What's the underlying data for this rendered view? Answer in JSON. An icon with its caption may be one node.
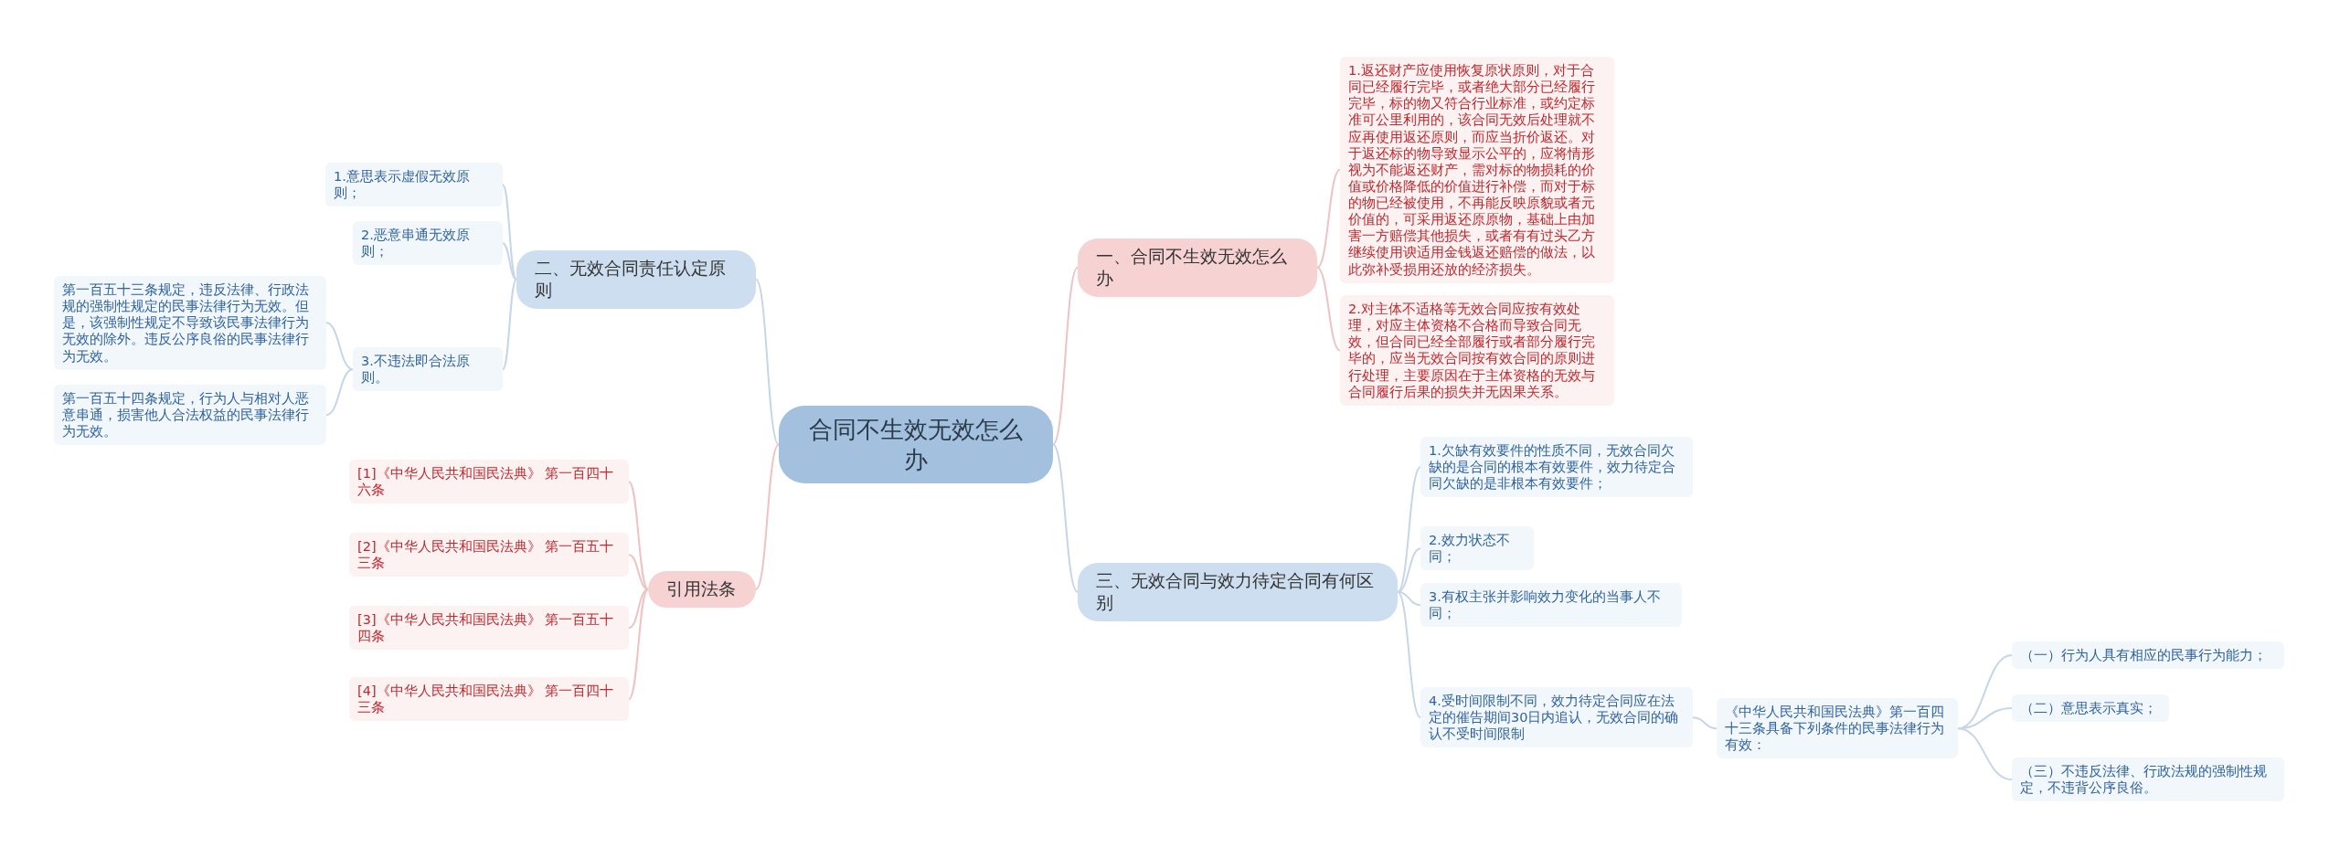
{
  "diagram": {
    "nodes": [
      {
        "text": [
          "合同不生效无效怎么办"
        ]
      },
      {
        "text": [
          "一、合同不生效无效怎么办"
        ]
      },
      {
        "text": [
          "1.返还财产应使用恢复原状原则，对于合同已经履行完毕，或者绝大部分已经履行完毕，标的物又符合行业标准，或约定标准可公里利用的，该合同无效后处理就不应再使用返还原则，而应当折价返还。对于返还标的物导致显示公平的，应将情形视为不能返还财产，需对标的物损耗的价值或价格降低的价值进行补偿，而对于标的物已经被使用，不再能反映原貌或者元价值的，可采用返还原原物，基础上由加害一方赔偿其他损失，或者有有过头乙方继续使用谀适用金钱返还赔偿的做法，以此弥补受损用还放的经济损失。"
        ]
      },
      {
        "text": [
          "2.对主体不适格等无效合同应按有效处理，对应主体资格不合格而导致合同无效，但合同已经全部履行或者部分履行完毕的，应当无效合同按有效合同的原则进行处理，主要原因在于主体资格的无效与合同履行后果的损失并无因果关系。"
        ]
      },
      {
        "text": [
          "二、无效合同责任认定原则"
        ]
      },
      {
        "text": [
          "1.意思表示虚假无效原则；"
        ]
      },
      {
        "text": [
          "2.恶意串通无效原则；"
        ]
      },
      {
        "text": [
          "3.不违法即合法原则。"
        ]
      },
      {
        "text": [
          "第一百五十三条规定，违反法律、行政法规的强制性规定的民事法律行为无效。但是，该强制性规定不导致该民事法律行为无效的除外。违反公序良俗的民事法律行为无效。"
        ]
      },
      {
        "text": [
          "第一百五十四条规定，行为人与相对人恶意串通，损害他人合法权益的民事法律行为无效。"
        ]
      },
      {
        "text": [
          "三、无效合同与效力待定合同有何区别"
        ]
      },
      {
        "text": [
          "1.欠缺有效要件的性质不同，无效合同欠缺的是合同的根本有效要件，效力待定合同欠缺的是非根本有效要件；"
        ]
      },
      {
        "text": [
          "2.效力状态不同；"
        ]
      },
      {
        "text": [
          "3.有权主张并影响效力变化的当事人不同；"
        ]
      },
      {
        "text": [
          "4.受时间限制不同，效力待定合同应在法定的催告期间30日内追认，无效合同的确认不受时间限制"
        ]
      },
      {
        "text": [
          "《中华人民共和国民法典》第一百四十三条具备下列条件的民事法律行为有效："
        ]
      },
      {
        "text": [
          "（一）行为人具有相应的民事行为能力；"
        ]
      },
      {
        "text": [
          "（二）意思表示真实；"
        ]
      },
      {
        "text": [
          "（三）不违反法律、行政法规的强制性规定，不违背公序良俗。"
        ]
      },
      {
        "text": [
          "引用法条"
        ]
      },
      {
        "text": [
          "[1]《中华人民共和国民法典》 第一百四十六条"
        ]
      },
      {
        "text": [
          "[2]《中华人民共和国民法典》 第一百五十三条"
        ]
      },
      {
        "text": [
          "[3]《中华人民共和国民法典》 第一百五十四条"
        ]
      },
      {
        "text": [
          "[4]《中华人民共和国民法典》 第一百四十三条"
        ]
      }
    ],
    "edges": [
      {
        "from": 0,
        "to": 1,
        "arrow": "none",
        "color": "#eec3c3"
      },
      {
        "from": 1,
        "to": 2,
        "arrow": "none",
        "color": "#eec3c3"
      },
      {
        "from": 1,
        "to": 3,
        "arrow": "none",
        "color": "#eec3c3"
      },
      {
        "from": 0,
        "to": 4,
        "arrow": "none"
      },
      {
        "from": 4,
        "to": 5,
        "arrow": "none"
      },
      {
        "from": 4,
        "to": 6,
        "arrow": "none"
      },
      {
        "from": 4,
        "to": 7,
        "arrow": "none"
      },
      {
        "from": 7,
        "to": 8,
        "arrow": "none"
      },
      {
        "from": 7,
        "to": 9,
        "arrow": "none"
      },
      {
        "from": 0,
        "to": 10,
        "arrow": "none"
      },
      {
        "from": 10,
        "to": 11,
        "arrow": "none"
      },
      {
        "from": 10,
        "to": 12,
        "arrow": "none"
      },
      {
        "from": 10,
        "to": 13,
        "arrow": "none"
      },
      {
        "from": 10,
        "to": 14,
        "arrow": "none"
      },
      {
        "from": 14,
        "to": 15,
        "arrow": "none"
      },
      {
        "from": 15,
        "to": 16,
        "arrow": "none"
      },
      {
        "from": 15,
        "to": 17,
        "arrow": "none"
      },
      {
        "from": 15,
        "to": 18,
        "arrow": "none"
      },
      {
        "from": 0,
        "to": 19,
        "arrow": "none",
        "color": "#eec3c3"
      },
      {
        "from": 19,
        "to": 20,
        "arrow": "none",
        "color": "#eec3c3"
      },
      {
        "from": 19,
        "to": 21,
        "arrow": "none",
        "color": "#eec3c3"
      },
      {
        "from": 19,
        "to": 22,
        "arrow": "none",
        "color": "#eec3c3"
      },
      {
        "from": 19,
        "to": 23,
        "arrow": "none",
        "color": "#eec3c3"
      }
    ]
  }
}
